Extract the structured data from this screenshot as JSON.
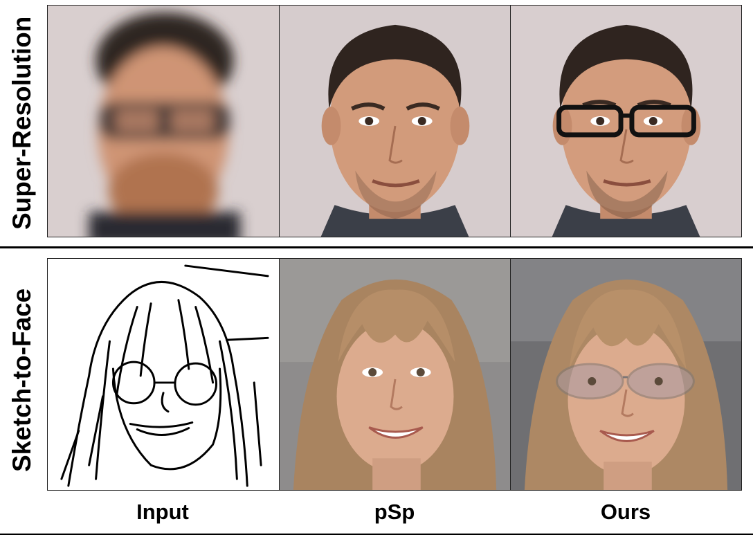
{
  "rows": [
    {
      "label": "Super-Resolution"
    },
    {
      "label": "Sketch-to-Face"
    }
  ],
  "columns": [
    {
      "label": "Input"
    },
    {
      "label": "pSp"
    },
    {
      "label": "Ours"
    }
  ],
  "colors": {
    "background": "#ffffff",
    "divider": "#000000",
    "sr_backdrop": "#d6cdcf",
    "skin": "#d9a586",
    "hair_dark": "#3a2a22",
    "hair_blonde": "#b08a63",
    "sketch_stroke": "#000000",
    "studio_backdrop": "#8b8b8d"
  }
}
